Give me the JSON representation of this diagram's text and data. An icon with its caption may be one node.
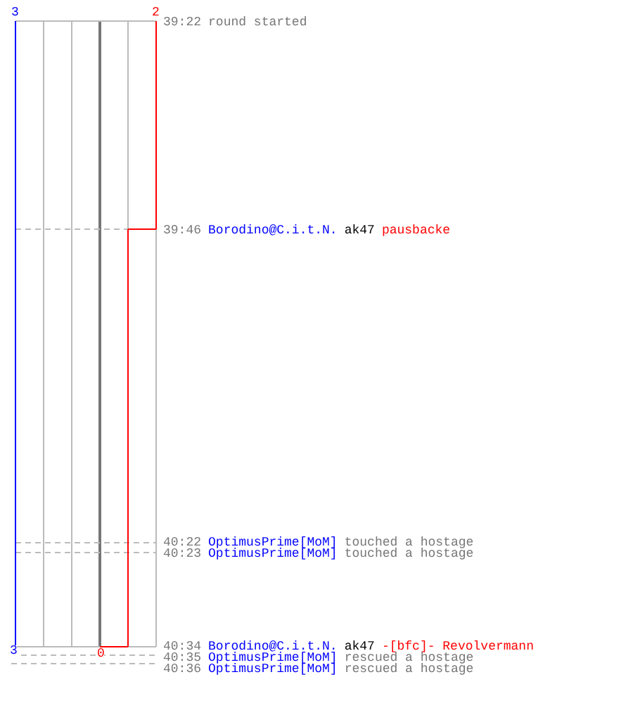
{
  "diagram": {
    "labels": [
      "3",
      "2",
      "39:22",
      "round started",
      "39:46",
      "Borodino@C.i.t.N.",
      "ak47",
      "pausbacke",
      "40:22",
      "OptimusPrime[MoM]",
      "touched a hostage",
      "40:23",
      "OptimusPrime[MoM]",
      "touched a hostage",
      "3",
      "0",
      "40:34",
      "Borodino@C.i.t.N.",
      "ak47",
      "-[bfc]- Revolvermann",
      "40:35",
      "OptimusPrime[MoM]",
      "rescued a hostage",
      "40:36",
      "OptimusPrime[MoM]",
      "rescued a hostage"
    ]
  }
}
